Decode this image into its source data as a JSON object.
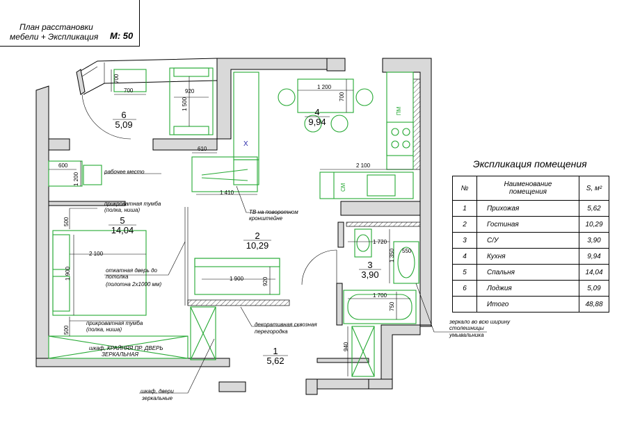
{
  "header": {
    "title_line1": "План расстановки",
    "title_line2": "мебели + Экспликация",
    "scale": "М: 50"
  },
  "rooms": [
    {
      "num": "1",
      "area": "5,62"
    },
    {
      "num": "2",
      "area": "10,29"
    },
    {
      "num": "3",
      "area": "3,90"
    },
    {
      "num": "4",
      "area": "9,94"
    },
    {
      "num": "5",
      "area": "14,04"
    },
    {
      "num": "6",
      "area": "5,09"
    }
  ],
  "dims": {
    "d700a": "700",
    "d700b": "700",
    "d920a": "920",
    "d1500": "1 500",
    "d1200a": "1 200",
    "d700c": "700",
    "d610": "610",
    "d1410": "1 410",
    "d600": "600",
    "d1200b": "1 200",
    "d2100a": "2 100",
    "d500a": "500",
    "d2100b": "2 100",
    "d1900a": "1 900",
    "d1900b": "1 900",
    "d920b": "920",
    "d500b": "500",
    "d1720": "1 720",
    "d1350": "1 350",
    "d550": "550",
    "d1700": "1 700",
    "d750": "750",
    "d940": "940"
  },
  "appliance": {
    "pm": "ПМ",
    "sm": "СМ",
    "x": "X"
  },
  "notes": {
    "workplace": "рабочее место",
    "bedside1_a": "прикроватная тумба",
    "bedside1_b": "(полка, ниша)",
    "tv_a": "ТВ на поворотном",
    "tv_b": "кронштейне",
    "sliding_a": "откатная дверь до",
    "sliding_b": "потолка",
    "sliding_c": "(полотна 2х1000 мм)",
    "bedside2_a": "прикроватная тумба",
    "bedside2_b": "(полка, ниша)",
    "closet1_a": "шкаф, КРАЙНЯЯ ПР. ДВЕРЬ",
    "closet1_b": "ЗЕРКАЛЬНАЯ",
    "partition_a": "декоративная сквозная",
    "partition_b": "перегородка",
    "closet2_a": "шкаф, двери",
    "closet2_b": "зеркальные",
    "mirror_a": "зеркало во всю ширину",
    "mirror_b": "столешницы",
    "mirror_c": "умывальника"
  },
  "explication": {
    "title": "Экспликация помещения",
    "headers": {
      "num": "№",
      "name_a": "Наименование",
      "name_b": "помещения",
      "area": "S, м²"
    },
    "rows": [
      {
        "num": "1",
        "name": "Прихожая",
        "area": "5,62"
      },
      {
        "num": "2",
        "name": "Гостиная",
        "area": "10,29"
      },
      {
        "num": "3",
        "name": "С/У",
        "area": "3,90"
      },
      {
        "num": "4",
        "name": "Кухня",
        "area": "9,94"
      },
      {
        "num": "5",
        "name": "Спальня",
        "area": "14,04"
      },
      {
        "num": "6",
        "name": "Лоджия",
        "area": "5,09"
      }
    ],
    "total": {
      "name": "Итого",
      "area": "48,88"
    }
  }
}
